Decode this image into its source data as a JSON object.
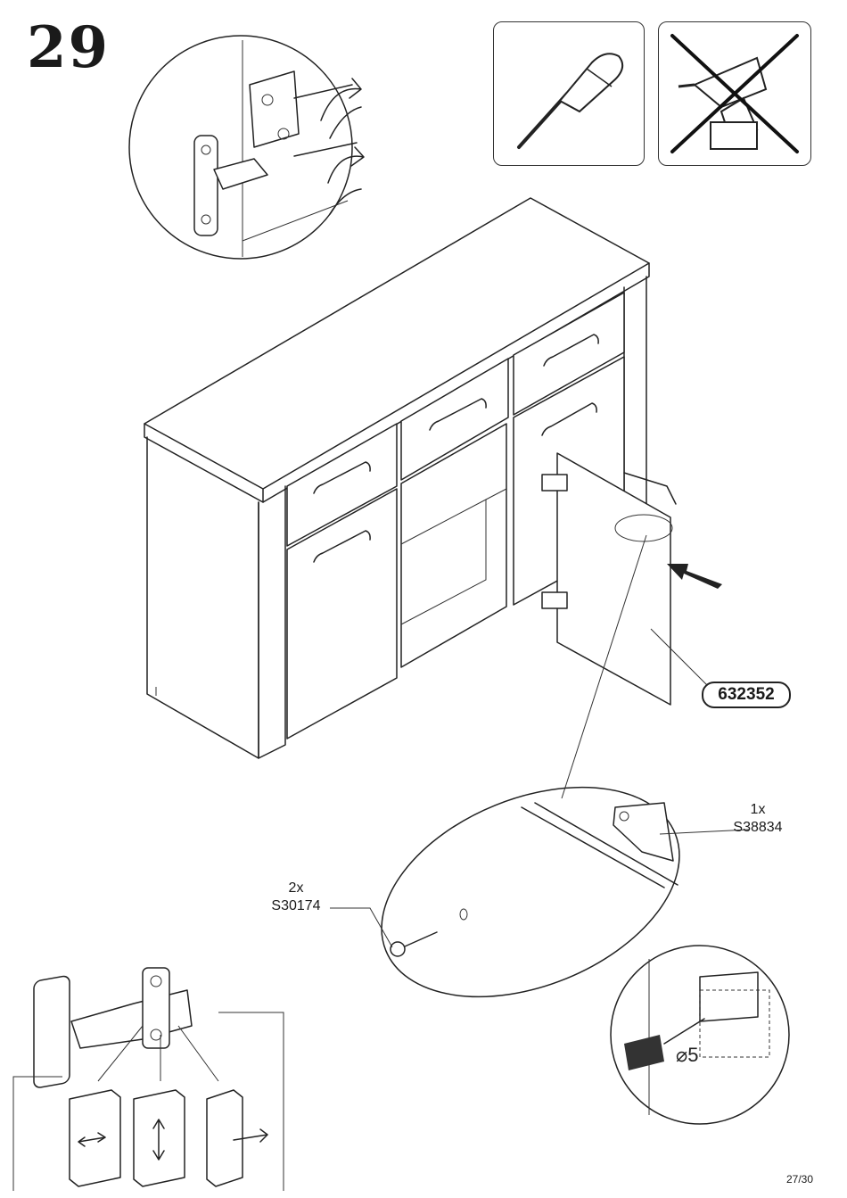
{
  "step": {
    "number": "29"
  },
  "part": {
    "number": "632352"
  },
  "hardware": [
    {
      "qty": "1x",
      "code": "S38834"
    },
    {
      "qty": "2x",
      "code": "S30174"
    }
  ],
  "drill": {
    "diameter_label": "⌀5"
  },
  "tools": [
    {
      "icon": "screwdriver-icon",
      "allowed": true
    },
    {
      "icon": "power-drill-icon",
      "allowed": false
    }
  ],
  "footer": {
    "page": "27/30"
  }
}
